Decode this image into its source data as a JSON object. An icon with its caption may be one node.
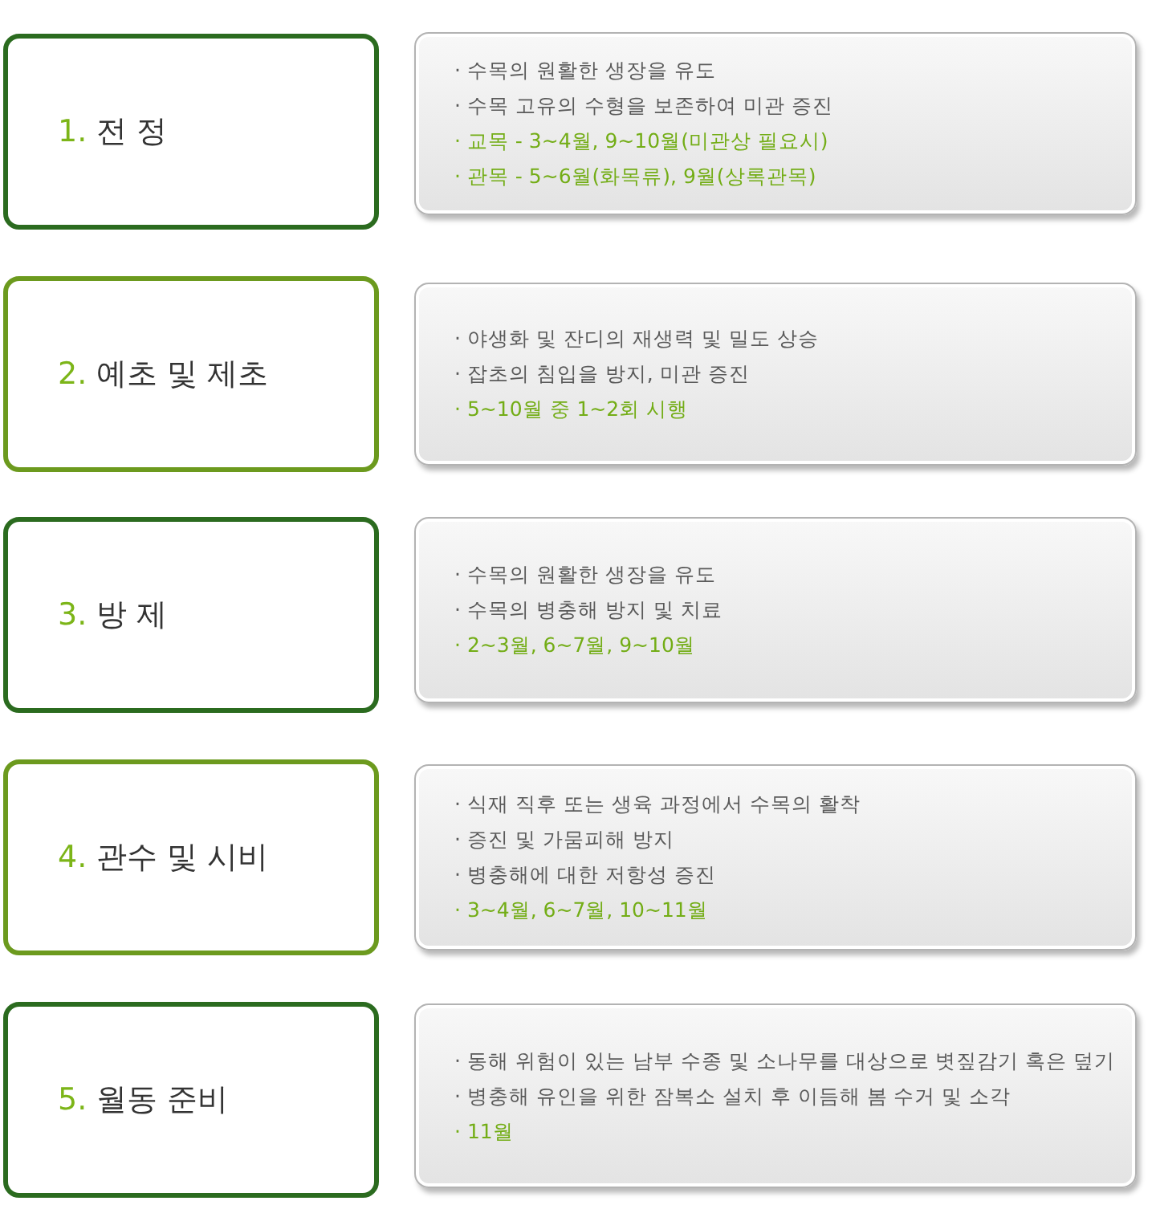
{
  "diagram": {
    "nodes": [
      {
        "text": [
          "1.",
          "전 정"
        ]
      },
      {
        "text": [
          "· 수목의 원활한 생장을 유도",
          "· 수목 고유의 수형을 보존하여 미관 증진",
          "· 교목 - 3~4월, 9~10월(미관상 필요시)",
          "· 관목 - 5~6월(화목류), 9월(상록관목)"
        ]
      },
      {
        "text": [
          "2.",
          "예초 및 제초"
        ]
      },
      {
        "text": [
          "· 야생화 및 잔디의 재생력 및 밀도 상승",
          "· 잡초의 침입을 방지, 미관 증진",
          "· 5~10월 중 1~2회 시행"
        ]
      },
      {
        "text": [
          "3.",
          "방 제"
        ]
      },
      {
        "text": [
          "· 수목의 원활한 생장을 유도",
          "· 수목의 병충해 방지 및 치료",
          "· 2~3월, 6~7월, 9~10월"
        ]
      },
      {
        "text": [
          "4.",
          "관수 및 시비"
        ]
      },
      {
        "text": [
          "· 식재 직후 또는 생육 과정에서 수목의 활착",
          "· 증진 및 가뭄피해 방지",
          "· 병충해에 대한 저항성 증진",
          "· 3~4월, 6~7월, 10~11월"
        ]
      },
      {
        "text": [
          "5.",
          "월동 준비"
        ]
      },
      {
        "text": [
          "· 동해 위험이 있는 남부 수종 및 소나무를 대상으로 볏짚감기 혹은 덮기",
          "· 병충해 유인을 위한 잠복소 설치 후 이듬해 봄 수거 및 소각",
          "· 11월"
        ]
      }
    ]
  }
}
